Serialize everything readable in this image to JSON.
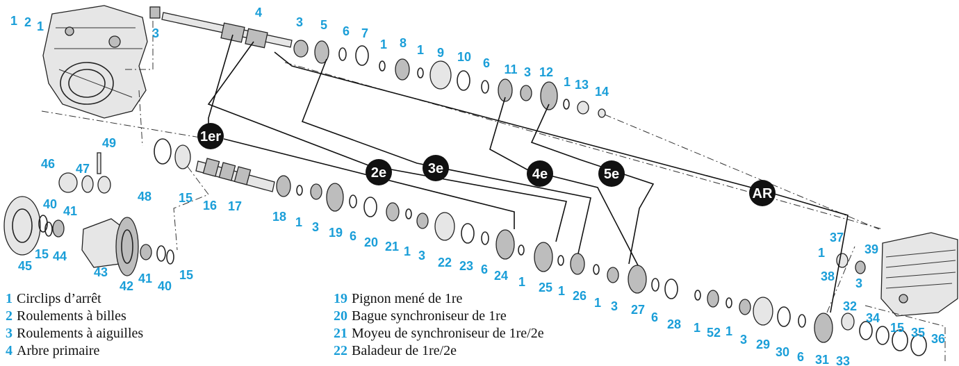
{
  "legend_left": [
    {
      "n": "1",
      "text": "Circlips d’arrêt"
    },
    {
      "n": "2",
      "text": "Roulements à billes"
    },
    {
      "n": "3",
      "text": "Roulements à aiguilles"
    },
    {
      "n": "4",
      "text": "Arbre primaire"
    }
  ],
  "legend_right": [
    {
      "n": "19",
      "text": "Pignon mené de 1re"
    },
    {
      "n": "20",
      "text": "Bague synchroniseur de 1re"
    },
    {
      "n": "21",
      "text": "Moyeu de synchroniseur de 1re/2e"
    },
    {
      "n": "22",
      "text": "Baladeur de 1re/2e"
    }
  ],
  "gear_labels": [
    "1er",
    "2e",
    "3e",
    "4e",
    "5e",
    "AR"
  ],
  "part_numbers": [
    "1",
    "2",
    "1",
    "3",
    "4",
    "3",
    "5",
    "6",
    "7",
    "1",
    "8",
    "1",
    "9",
    "10",
    "6",
    "11",
    "3",
    "12",
    "1",
    "13",
    "14",
    "49",
    "46",
    "47",
    "48",
    "15",
    "16",
    "17",
    "18",
    "1",
    "3",
    "19",
    "6",
    "20",
    "21",
    "1",
    "3",
    "22",
    "23",
    "6",
    "24",
    "1",
    "25",
    "1",
    "26",
    "1",
    "3",
    "27",
    "6",
    "28",
    "1",
    "52",
    "1",
    "3",
    "29",
    "30",
    "6",
    "31",
    "33",
    "32",
    "34",
    "15",
    "35",
    "36",
    "37",
    "1",
    "39",
    "38",
    "3",
    "40",
    "41",
    "45",
    "15",
    "44",
    "43",
    "42",
    "41",
    "40",
    "15"
  ],
  "colors": {
    "accent": "#1a9ed8",
    "label_bg": "#111111"
  }
}
